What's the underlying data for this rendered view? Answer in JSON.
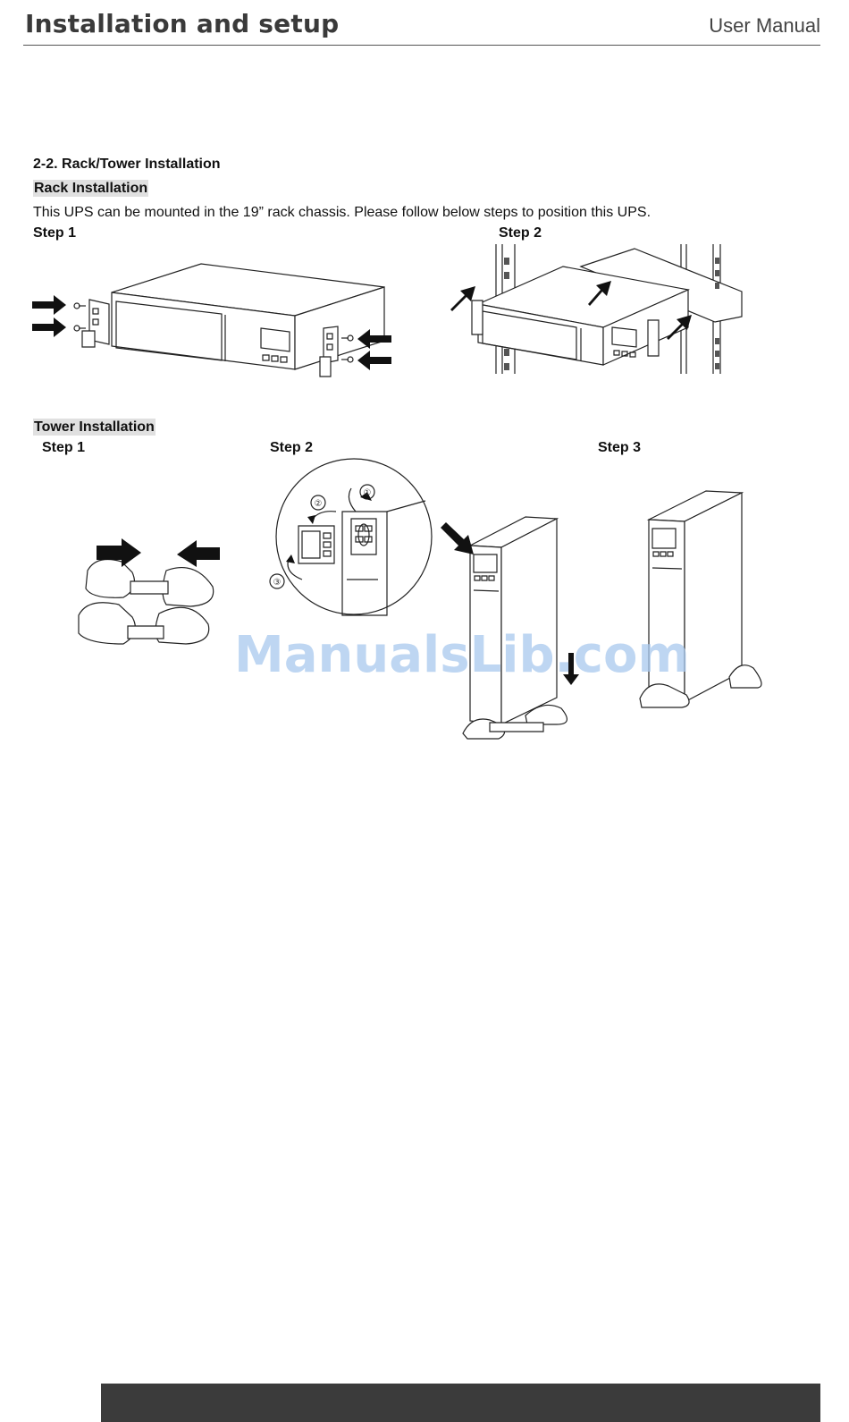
{
  "header": {
    "title": "Installation and setup",
    "right": "User Manual"
  },
  "section": {
    "heading": "2-2. Rack/Tower Installation",
    "rack": {
      "heading": "Rack Installation",
      "intro": "This UPS can be mounted in the 19” rack chassis. Please follow below steps to position this UPS.",
      "step1": "Step 1",
      "step2": "Step 2"
    },
    "tower": {
      "heading": "Tower Installation",
      "step1": "Step 1",
      "step2": "Step 2",
      "step3": "Step 3",
      "callouts": [
        "①",
        "②",
        "③"
      ]
    }
  },
  "watermark": "ManualsLib.com",
  "colors": {
    "highlight": "#e0e0e0",
    "footer": "#3b3b3b",
    "watermark": "#a9c9ee"
  }
}
